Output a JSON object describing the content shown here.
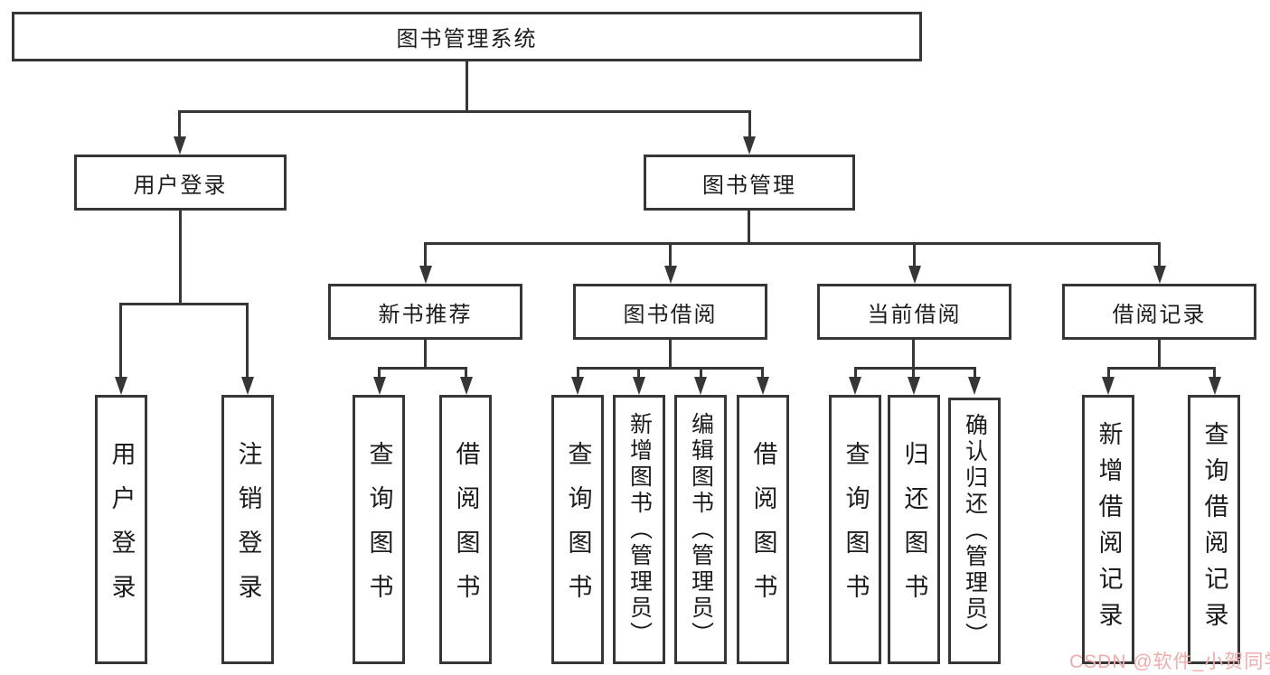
{
  "tree": {
    "label": "图书管理系统",
    "children": [
      {
        "label": "用户登录",
        "children": [
          {
            "label": "用户登录"
          },
          {
            "label": "注销登录"
          }
        ]
      },
      {
        "label": "图书管理",
        "children": [
          {
            "label": "新书推荐",
            "children": [
              {
                "label": "查询图书"
              },
              {
                "label": "借阅图书"
              }
            ]
          },
          {
            "label": "图书借阅",
            "children": [
              {
                "label": "查询图书"
              },
              {
                "label": "新增图书（管理员）"
              },
              {
                "label": "编辑图书（管理员）"
              },
              {
                "label": "借阅图书"
              }
            ]
          },
          {
            "label": "当前借阅",
            "children": [
              {
                "label": "查询图书"
              },
              {
                "label": "归还图书"
              },
              {
                "label": "确认归还（管理员）"
              }
            ]
          },
          {
            "label": "借阅记录",
            "children": [
              {
                "label": "新增借阅记录"
              },
              {
                "label": "查询借阅记录"
              }
            ]
          }
        ]
      }
    ]
  },
  "watermark": {
    "text": "CSDN @软件_小贺同学"
  },
  "colors": {
    "line": "#363636",
    "text": "#1c1c1c",
    "watermark": "#f5aaaa",
    "background": "#ffffff"
  }
}
